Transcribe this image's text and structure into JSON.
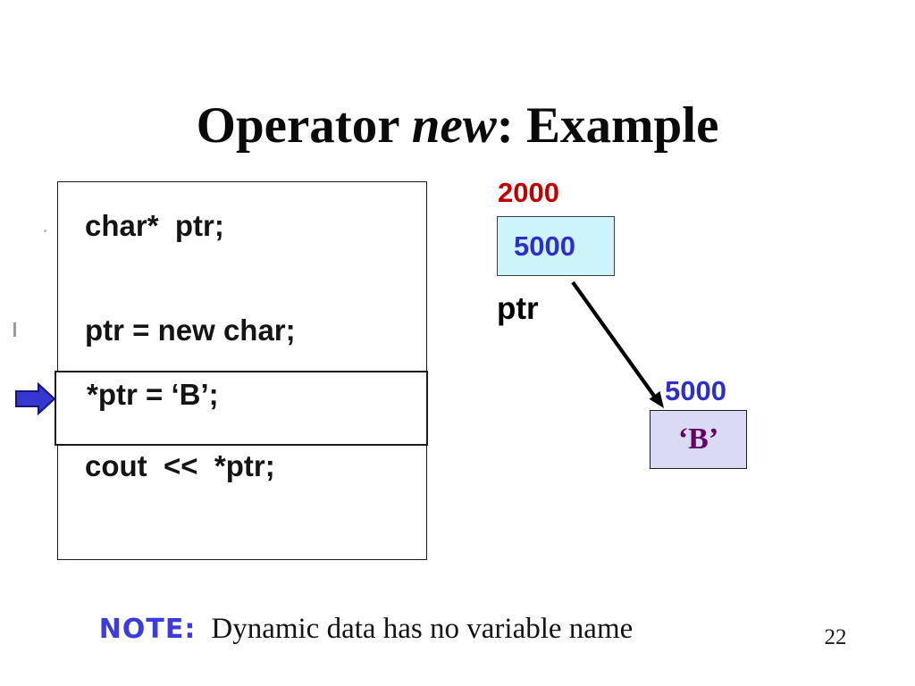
{
  "title": {
    "pre": "Operator ",
    "emphasis": "new",
    "post": ": Example"
  },
  "code": {
    "lines": [
      "char*  ptr;",
      "ptr = new char;",
      "*ptr = ‘B’;",
      "cout  <<  *ptr;"
    ],
    "highlighted_line_index": 2
  },
  "memory": {
    "stack_address_label": "2000",
    "pointer_value": "5000",
    "pointer_name": "ptr",
    "heap_address_label": "5000",
    "heap_value": "‘B’"
  },
  "note": {
    "label": "NOTE:",
    "text": "Dynamic data has no variable name"
  },
  "page_number": "22",
  "icons": {
    "block_arrow": "right-block-arrow",
    "pointer_link": "down-right-arrow"
  },
  "colors": {
    "background": "#ffffff",
    "address_red": "#c00000",
    "value_blue": "#2e2ec8",
    "pointer_box_fill": "#cdf4fa",
    "heap_box_fill": "#d9daf4",
    "heap_value_purple": "#660066",
    "block_arrow_blue": "#3538cf",
    "note_blue": "#3c3cde",
    "box_border": "#1b1b1b"
  }
}
